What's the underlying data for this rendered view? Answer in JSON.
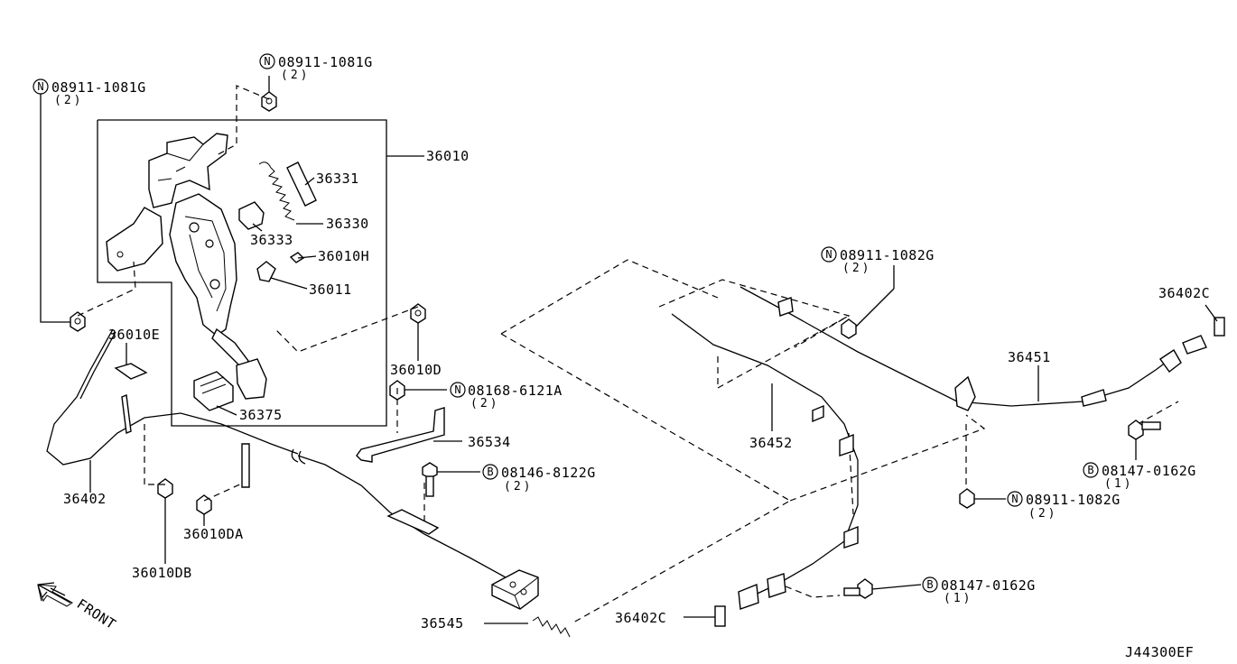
{
  "diagram_id": "J44300EF",
  "front_label": "FRONT",
  "callouts": {
    "n_08911_1081g_a": {
      "prefix": "N",
      "part": "08911-1081G",
      "qty": "(2)"
    },
    "n_08911_1081g_b": {
      "prefix": "N",
      "part": "08911-1081G",
      "qty": "(2)"
    },
    "n_08911_1082g_a": {
      "prefix": "N",
      "part": "08911-1082G",
      "qty": "(2)"
    },
    "n_08911_1082g_b": {
      "prefix": "N",
      "part": "08911-1082G",
      "qty": "(2)"
    },
    "n_08168_6121a": {
      "prefix": "N",
      "part": "08168-6121A",
      "qty": "(2)"
    },
    "b_08146_8122g": {
      "prefix": "B",
      "part": "08146-8122G",
      "qty": "(2)"
    },
    "b_08147_0162g_a": {
      "prefix": "B",
      "part": "08147-0162G",
      "qty": "(1)"
    },
    "b_08147_0162g_b": {
      "prefix": "B",
      "part": "08147-0162G",
      "qty": "(1)"
    }
  },
  "labels": {
    "p36010": "36010",
    "p36331": "36331",
    "p36330": "36330",
    "p36333": "36333",
    "p36010h": "36010H",
    "p36011": "36011",
    "p36010e": "36010E",
    "p36010d": "36010D",
    "p36375": "36375",
    "p36534": "36534",
    "p36402": "36402",
    "p36010da": "36010DA",
    "p36010db": "36010DB",
    "p36545": "36545",
    "p36402c_a": "36402C",
    "p36402c_b": "36402C",
    "p36451": "36451",
    "p36452": "36452"
  }
}
